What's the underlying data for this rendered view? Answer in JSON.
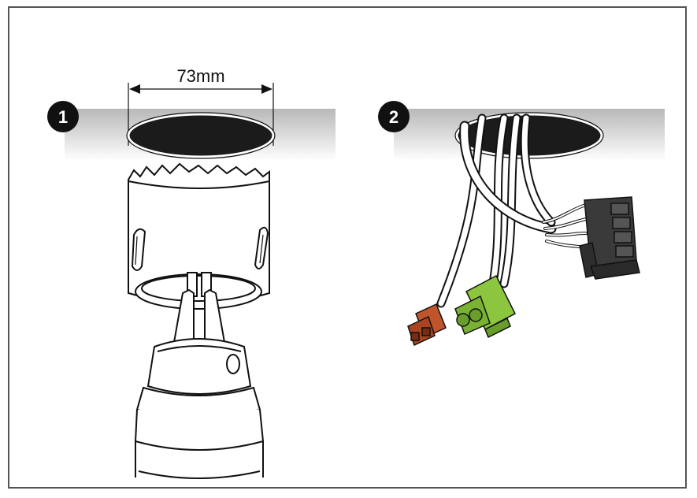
{
  "steps": [
    {
      "number": "1",
      "dimension_label": "73mm"
    },
    {
      "number": "2"
    }
  ],
  "colors": {
    "outline": "#111111",
    "hole": "#1a1a1a",
    "ceiling": "#bdbdbd",
    "connector_red": "#c0542a",
    "connector_green": "#8cc63f",
    "connector_black": "#3a3a3a"
  }
}
